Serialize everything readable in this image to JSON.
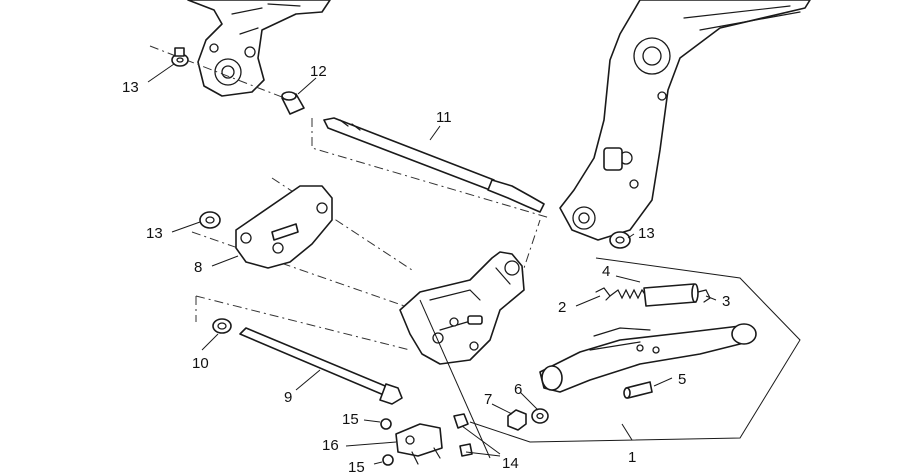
{
  "diagram": {
    "labels": {
      "l1": "1",
      "l2": "2",
      "l3": "3",
      "l4": "4",
      "l5": "5",
      "l6": "6",
      "l7": "7",
      "l8": "8",
      "l9": "9",
      "l10": "10",
      "l11": "11",
      "l12": "12",
      "l13a": "13",
      "l13b": "13",
      "l13c": "13",
      "l14": "14",
      "l15a": "15",
      "l15b": "15",
      "l16": "16"
    }
  }
}
